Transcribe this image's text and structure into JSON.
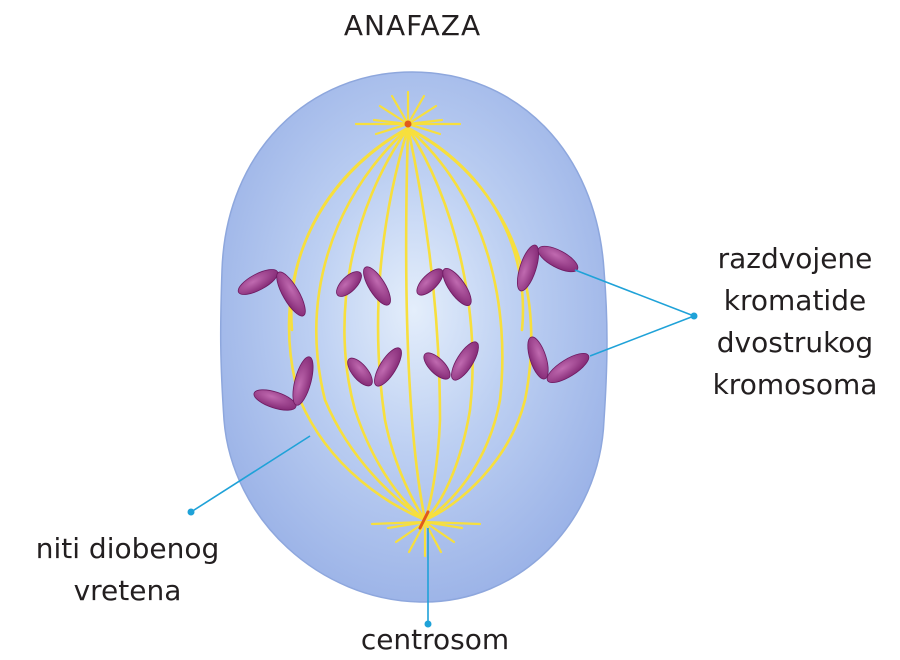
{
  "title": "ANAFAZA",
  "labels": {
    "chromatids": [
      "razdvojene",
      "kromatide",
      "dvostrukog",
      "kromosoma"
    ],
    "spindle": [
      "niti diobenog",
      "vretena"
    ],
    "centrosome": "centrosom"
  },
  "colors": {
    "cell": "#a9c1ec",
    "spindle": "#f7df3d",
    "chromosome": "#8b2a79",
    "leader": "#1fa2d8",
    "text": "#231f20"
  }
}
